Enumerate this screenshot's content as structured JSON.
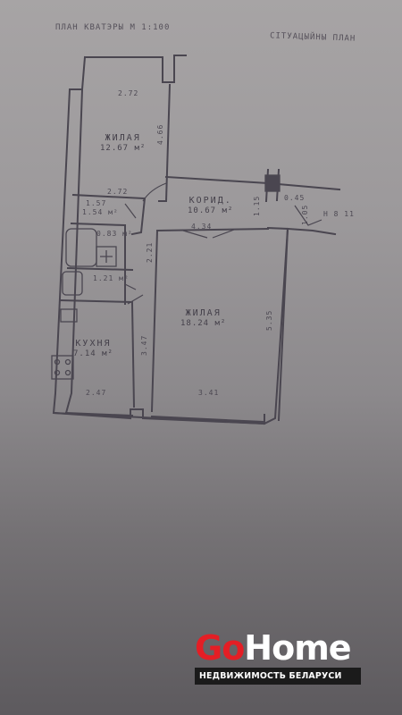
{
  "header": {
    "plan_title": "ПЛАН КВАТЭРЫ М 1:100",
    "floor_plan": "СІТУАЦЫЙНЫ ПЛАН"
  },
  "rooms": {
    "bedroom_small": {
      "name": "ЖИЛАЯ",
      "area": "12.67 м²"
    },
    "hallway": {
      "name": "КОРИД.",
      "area": "10.67 м²"
    },
    "bathroom": {
      "area": "1.54 м²"
    },
    "toilet": {
      "area": "0.83 м²"
    },
    "bath": {
      "area": "1.21 м²"
    },
    "kitchen": {
      "name": "КУХНЯ",
      "area": "7.14 м²"
    },
    "living": {
      "name": "ЖИЛАЯ",
      "area": "18.24 м²"
    }
  },
  "dimensions": {
    "top_window": "2.72",
    "bedroom_height": "4.66",
    "bedroom_width": "2.72",
    "bath_width": "1.57",
    "hall_width": "4.34",
    "hall_vertical": "2.21",
    "hall_small": "1.15",
    "right_cut": "0.45",
    "right_cut2": "1.05",
    "kitchen_height": "3.47",
    "living_height": "5.35",
    "kitchen_width": "2.47",
    "living_width": "3.41",
    "stair_label": "Н 8 11"
  },
  "brand": {
    "go": "Go",
    "home": "Home",
    "tagline": "НЕДВИЖИМОСТЬ БЕЛАРУСИ"
  },
  "colors": {
    "paper": "#a7a4a5",
    "ink": "#4a4650",
    "brand_red": "#e41e25",
    "brand_bar": "#1b1b1b"
  }
}
